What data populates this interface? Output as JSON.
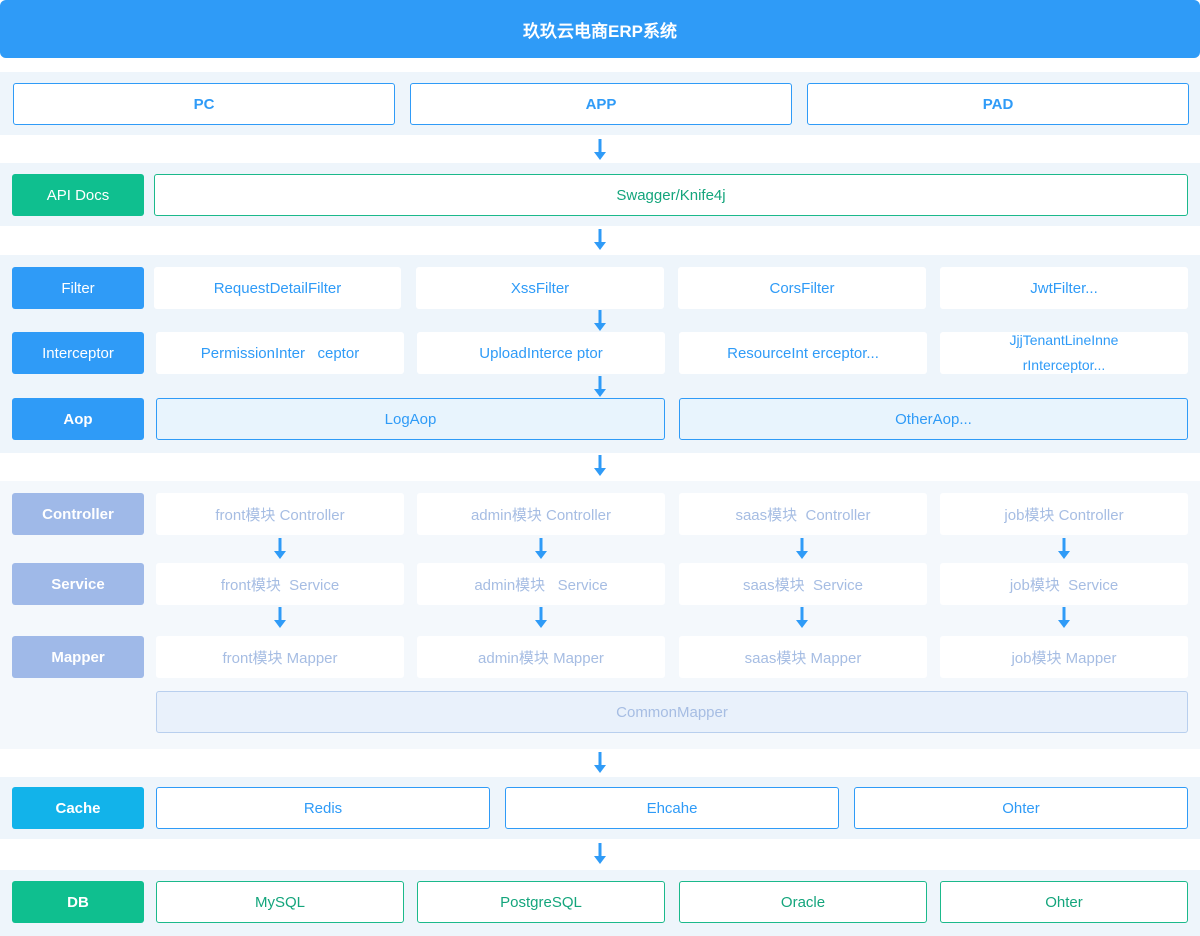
{
  "title": "玖玖云电商ERP系统",
  "clients": [
    "PC",
    "APP",
    "PAD"
  ],
  "api_docs": {
    "label": "API Docs",
    "value": "Swagger/Knife4j"
  },
  "filter": {
    "label": "Filter",
    "items": [
      "RequestDetailFilter",
      "XssFilter",
      "CorsFilter",
      "JwtFilter..."
    ]
  },
  "interceptor": {
    "label": "Interceptor",
    "items": [
      "PermissionInter   ceptor",
      "UploadInterce ptor",
      "ResourceInt erceptor...",
      "JjjTenantLineInne\nrInterceptor..."
    ]
  },
  "aop": {
    "label": "Aop",
    "items": [
      "LogAop",
      "OtherAop..."
    ]
  },
  "controller": {
    "label": "Controller",
    "items": [
      "front模块 Controller",
      "admin模块 Controller",
      "saas模块  Controller",
      "job模块 Controller"
    ]
  },
  "service": {
    "label": "Service",
    "items": [
      "front模块  Service",
      "admin模块   Service",
      "saas模块  Service",
      "job模块  Service"
    ]
  },
  "mapper": {
    "label": "Mapper",
    "items": [
      "front模块 Mapper",
      "admin模块 Mapper",
      "saas模块 Mapper",
      "job模块 Mapper"
    ]
  },
  "common_mapper": "CommonMapper",
  "cache": {
    "label": "Cache",
    "items": [
      "Redis",
      "Ehcahe",
      "Ohter"
    ]
  },
  "db": {
    "label": "DB",
    "items": [
      "MySQL",
      "PostgreSQL",
      "Oracle",
      "Ohter"
    ]
  },
  "colors": {
    "accent": "#2f9bf7",
    "green": "#0fbf8f",
    "pale": "#9fb9e8",
    "cyan": "#12b3ea"
  }
}
